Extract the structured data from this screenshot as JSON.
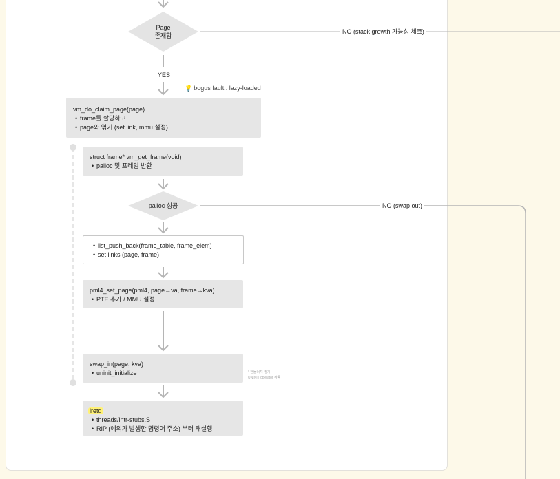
{
  "diamonds": {
    "page_exists": {
      "line1": "Page",
      "line2": "존재함"
    },
    "palloc_success": {
      "label": "palloc 성공"
    }
  },
  "edges": {
    "no_stack_growth": "NO (stack growth 가능성 체크)",
    "yes": "YES",
    "no_swap_out": "NO (swap out)"
  },
  "notes": {
    "bogus_fault": "bogus fault : lazy-loaded",
    "bulb_icon": "lightbulb-icon",
    "swap_in_note_line1": "* 핸들러지 필기",
    "swap_in_note_line2": "UNINIT operator 작동"
  },
  "boxes": {
    "vm_do_claim_page": {
      "title": "vm_do_claim_page(page)",
      "bullets": [
        "frame를 할당하고",
        "page와 엮기 (set link, mmu 설정)"
      ]
    },
    "vm_get_frame": {
      "title": "struct frame* vm_get_frame(void)",
      "bullets": [
        "palloc 및 프레임 반환"
      ]
    },
    "list_push_back": {
      "bullets": [
        "list_push_back(frame_table, frame_elem)",
        "set links (page, frame)"
      ]
    },
    "pml4_set_page": {
      "title": "pml4_set_page(pml4, page→va, frame→kva)",
      "bullets": [
        "PTE 추가 / MMU 설정"
      ]
    },
    "swap_in": {
      "title": "swap_in(page, kva)",
      "bullets": [
        "uninit_initialize"
      ]
    },
    "iretq": {
      "title": "iretq",
      "bullets": [
        "threads/intr-stubs.S",
        "RIP (예외가 발생한 명령어 주소) 부터 재실행"
      ]
    }
  },
  "colors": {
    "page_background": "#fdf9e9",
    "canvas": "#ffffff",
    "box_fill": "#e6e6e6",
    "diamond_fill": "#e4e4e4",
    "connector": "#b5b5b5",
    "dashed_rail": "#dddddd",
    "highlight": "#fff176",
    "bulb": "#f2b632"
  }
}
